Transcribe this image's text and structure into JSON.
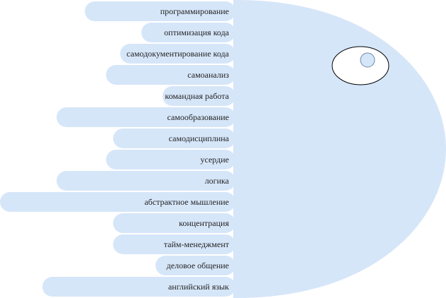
{
  "diagram": {
    "fill_color": "#d6e6f9",
    "eye_fill": "#ffffff",
    "pupil_fill": "#d6e6f9",
    "outline_color": "#000000",
    "pupil_outline": "#6f86a6",
    "skills": [
      "программирование",
      "оптимизация кода",
      "самодокументирование кода",
      "самоанализ",
      "командная работа",
      "самообразование",
      "самодисциплина",
      "усердие",
      "логика",
      "абстрактное мышление",
      "концентрация",
      "тайм-менеджмент",
      "деловое общение",
      "английский язык"
    ]
  }
}
